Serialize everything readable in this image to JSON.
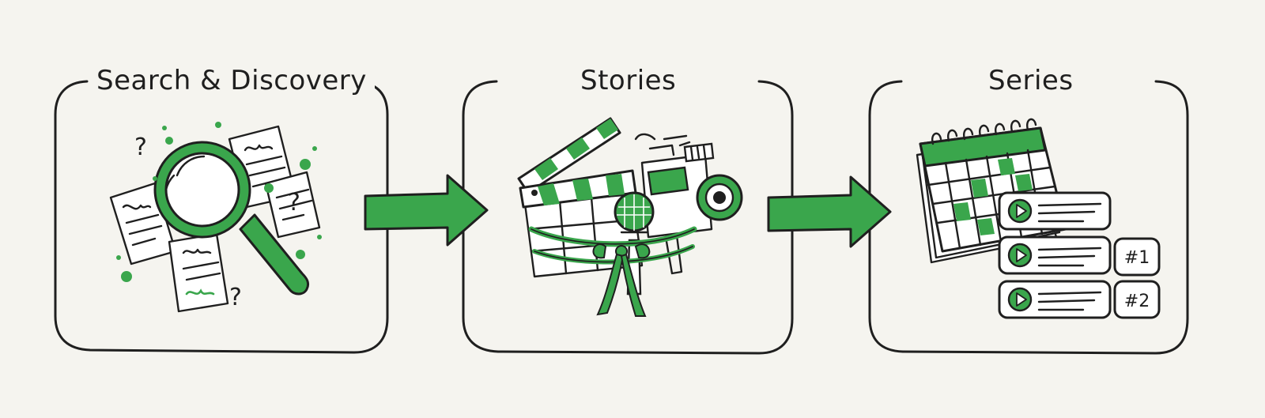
{
  "panels": [
    {
      "title": "Search & Discovery",
      "icon": "magnifier-documents-icon"
    },
    {
      "title": "Stories",
      "icon": "clapper-camera-mic-bundle-icon"
    },
    {
      "title": "Series",
      "icon": "calendar-episodes-icon"
    }
  ],
  "arrows": [
    "arrow-right-icon",
    "arrow-right-icon"
  ],
  "series_badges": [
    "#1",
    "#2"
  ],
  "question_marks": [
    "?",
    "?",
    "?"
  ],
  "colors": {
    "accent": "#3aa64c",
    "ink": "#1f1f1f",
    "background": "#f5f4ef"
  }
}
